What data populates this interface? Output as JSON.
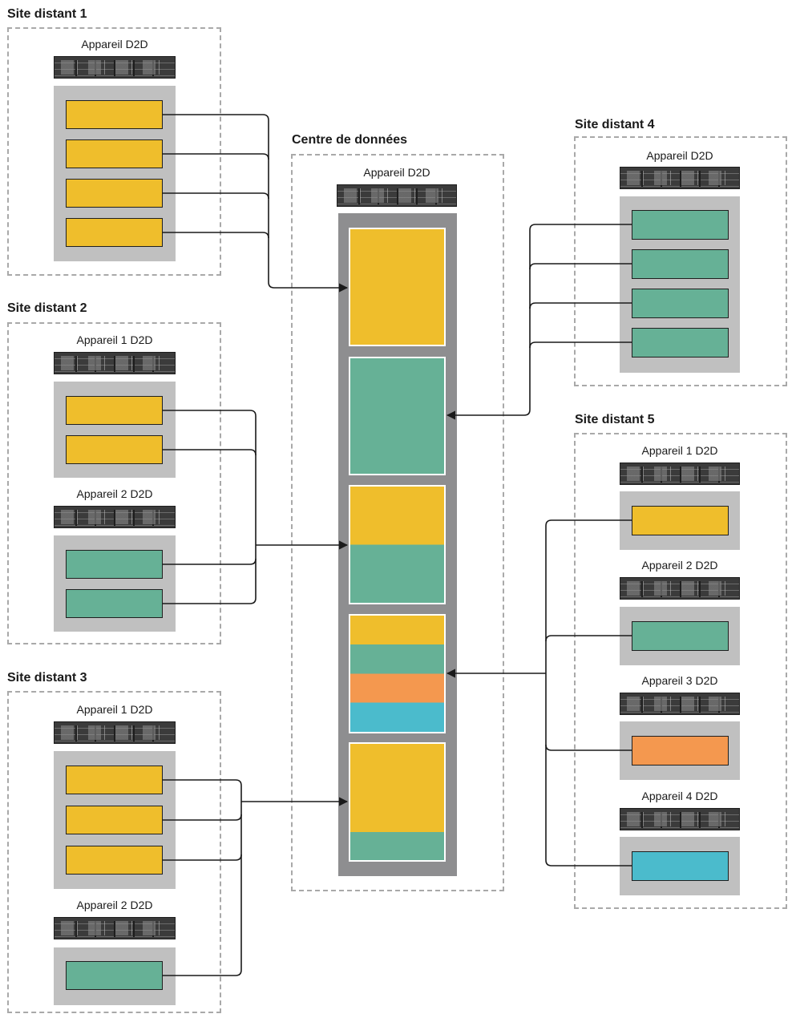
{
  "colors": {
    "yellow": "#efbe2c",
    "green": "#66b196",
    "orange": "#f4984f",
    "blue": "#4bbbcc",
    "shelf": "#c0c0c0",
    "rack": "#8e8e90",
    "line": "#1a1a1a",
    "dashed": "#a9a9a9"
  },
  "sites": {
    "site1": {
      "title": "Site distant 1",
      "appliance": "Appareil D2D",
      "cartridges": [
        "yellow",
        "yellow",
        "yellow",
        "yellow"
      ]
    },
    "site2": {
      "title": "Site distant 2",
      "appliance1": "Appareil 1 D2D",
      "appliance2": "Appareil 2 D2D",
      "cartridges1": [
        "yellow",
        "yellow"
      ],
      "cartridges2": [
        "green",
        "green"
      ]
    },
    "site3": {
      "title": "Site distant 3",
      "appliance1": "Appareil 1 D2D",
      "appliance2": "Appareil 2 D2D",
      "cartridges1": [
        "yellow",
        "yellow",
        "yellow"
      ],
      "cartridges2": [
        "green"
      ]
    },
    "site4": {
      "title": "Site distant 4",
      "appliance": "Appareil D2D",
      "cartridges": [
        "green",
        "green",
        "green",
        "green"
      ]
    },
    "site5": {
      "title": "Site distant 5",
      "appliance1": "Appareil 1 D2D",
      "appliance2": "Appareil 2 D2D",
      "appliance3": "Appareil 3 D2D",
      "appliance4": "Appareil 4 D2D",
      "cartridges": [
        "yellow",
        "green",
        "orange",
        "blue"
      ]
    }
  },
  "datacenter": {
    "title": "Centre de données",
    "appliance": "Appareil D2D",
    "blocks": [
      {
        "segments": [
          "yellow"
        ]
      },
      {
        "segments": [
          "green"
        ]
      },
      {
        "segments": [
          "yellow",
          "green"
        ]
      },
      {
        "segments": [
          "yellow",
          "green",
          "orange",
          "blue"
        ]
      },
      {
        "segments": [
          "yellow",
          "yellow",
          "yellow",
          "green"
        ]
      }
    ]
  }
}
